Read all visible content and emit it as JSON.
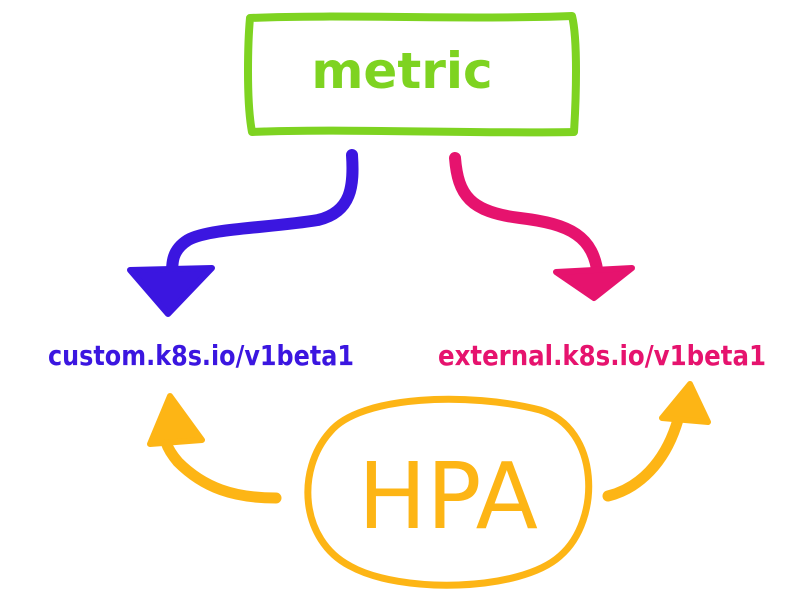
{
  "nodes": {
    "metric": "metric",
    "custom_api": "custom.k8s.io/v1beta1",
    "external_api": "external.k8s.io/v1beta1",
    "hpa": "HPA"
  },
  "colors": {
    "metric": "#7ed321",
    "custom": "#3b16e0",
    "external": "#e6136e",
    "hpa": "#fdb515"
  }
}
